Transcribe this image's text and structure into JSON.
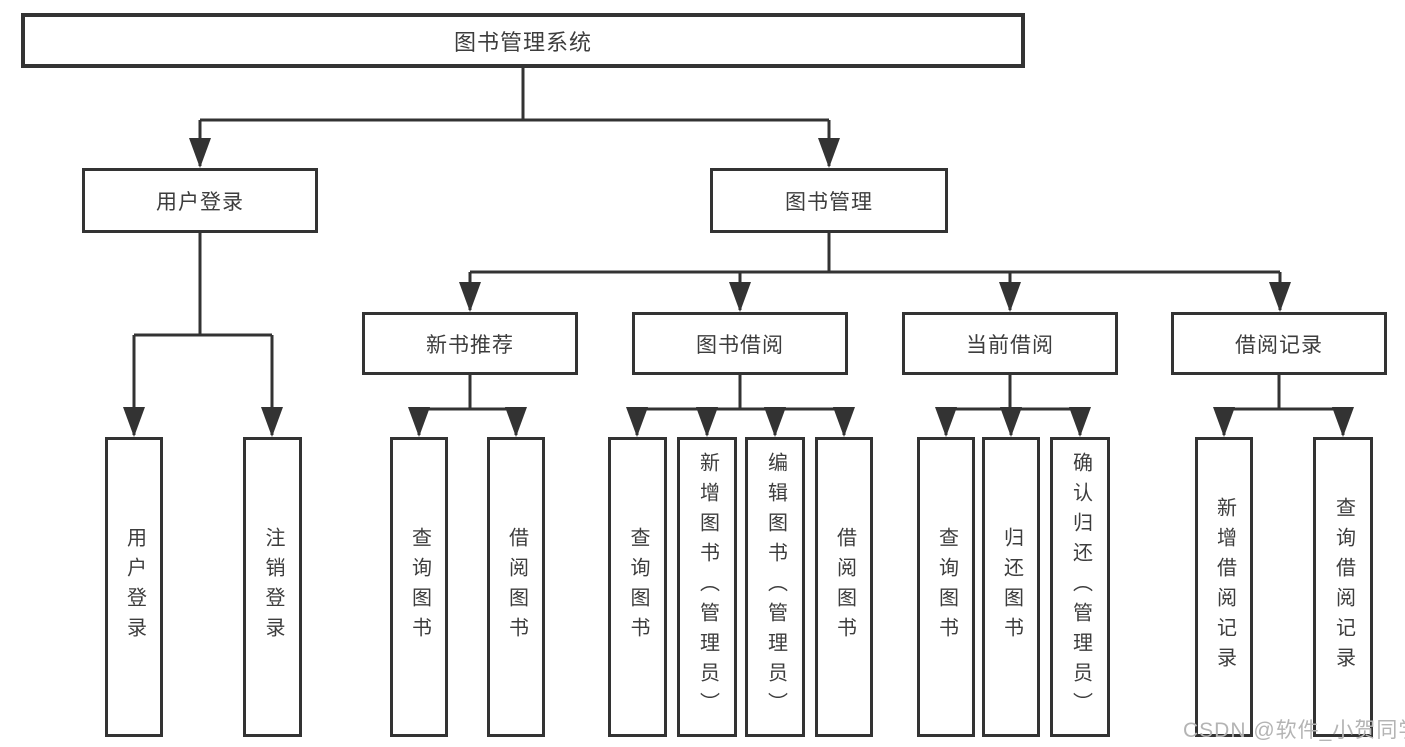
{
  "colors": {
    "line": "#333333",
    "text": "#3d3d3d",
    "watermark": "#b4b4b4",
    "background": "#ffffff"
  },
  "watermark": {
    "text": "CSDN @软件_小贺同学"
  },
  "tree": {
    "root": {
      "label": "图书管理系统"
    },
    "children": [
      {
        "label": "用户登录",
        "children": [
          {
            "label": "用户登录"
          },
          {
            "label": "注销登录"
          }
        ]
      },
      {
        "label": "图书管理",
        "children": [
          {
            "label": "新书推荐",
            "children": [
              {
                "label": "查询图书"
              },
              {
                "label": "借阅图书"
              }
            ]
          },
          {
            "label": "图书借阅",
            "children": [
              {
                "label": "查询图书"
              },
              {
                "label": "新增图书（管理员）"
              },
              {
                "label": "编辑图书（管理员）"
              },
              {
                "label": "借阅图书"
              }
            ]
          },
          {
            "label": "当前借阅",
            "children": [
              {
                "label": "查询图书"
              },
              {
                "label": "归还图书"
              },
              {
                "label": "确认归还（管理员）"
              }
            ]
          },
          {
            "label": "借阅记录",
            "children": [
              {
                "label": "新增借阅记录"
              },
              {
                "label": "查询借阅记录"
              }
            ]
          }
        ]
      }
    ]
  }
}
